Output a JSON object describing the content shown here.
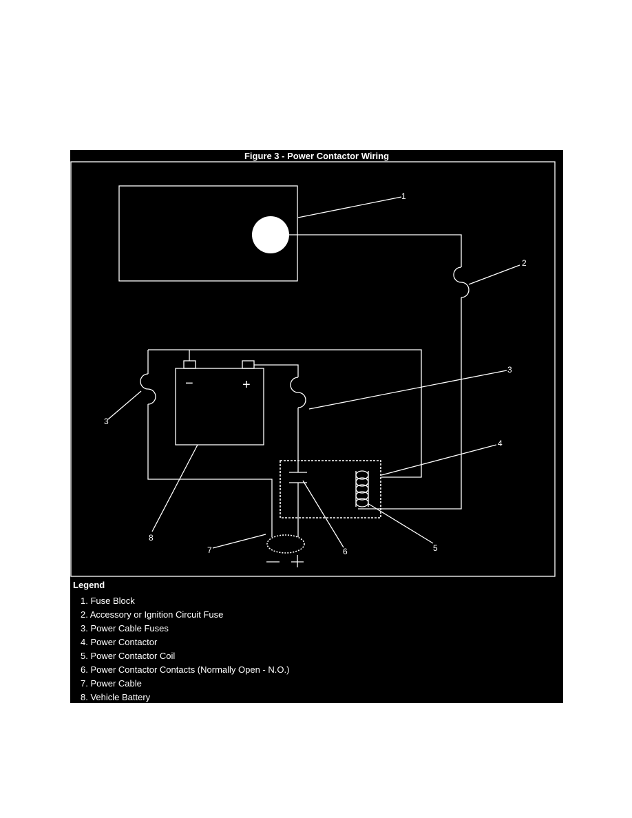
{
  "figure": {
    "title": "Figure 3 - Power Contactor Wiring",
    "callouts": [
      "1",
      "2",
      "3",
      "3",
      "4",
      "5",
      "6",
      "7",
      "8"
    ],
    "battery_terminals": {
      "negative": "−",
      "positive": "+"
    },
    "cable_polarity": {
      "negative": "—",
      "positive": "+"
    }
  },
  "legend": {
    "title": "Legend",
    "items": [
      "1. Fuse Block",
      "2. Accessory or Ignition Circuit Fuse",
      "3. Power Cable Fuses",
      "4. Power Contactor",
      "5. Power Contactor Coil",
      "6. Power Contactor Contacts (Normally Open - N.O.)",
      "7. Power Cable",
      "8. Vehicle Battery"
    ]
  },
  "colors": {
    "background": "#000000",
    "lines": "#ffffff"
  }
}
